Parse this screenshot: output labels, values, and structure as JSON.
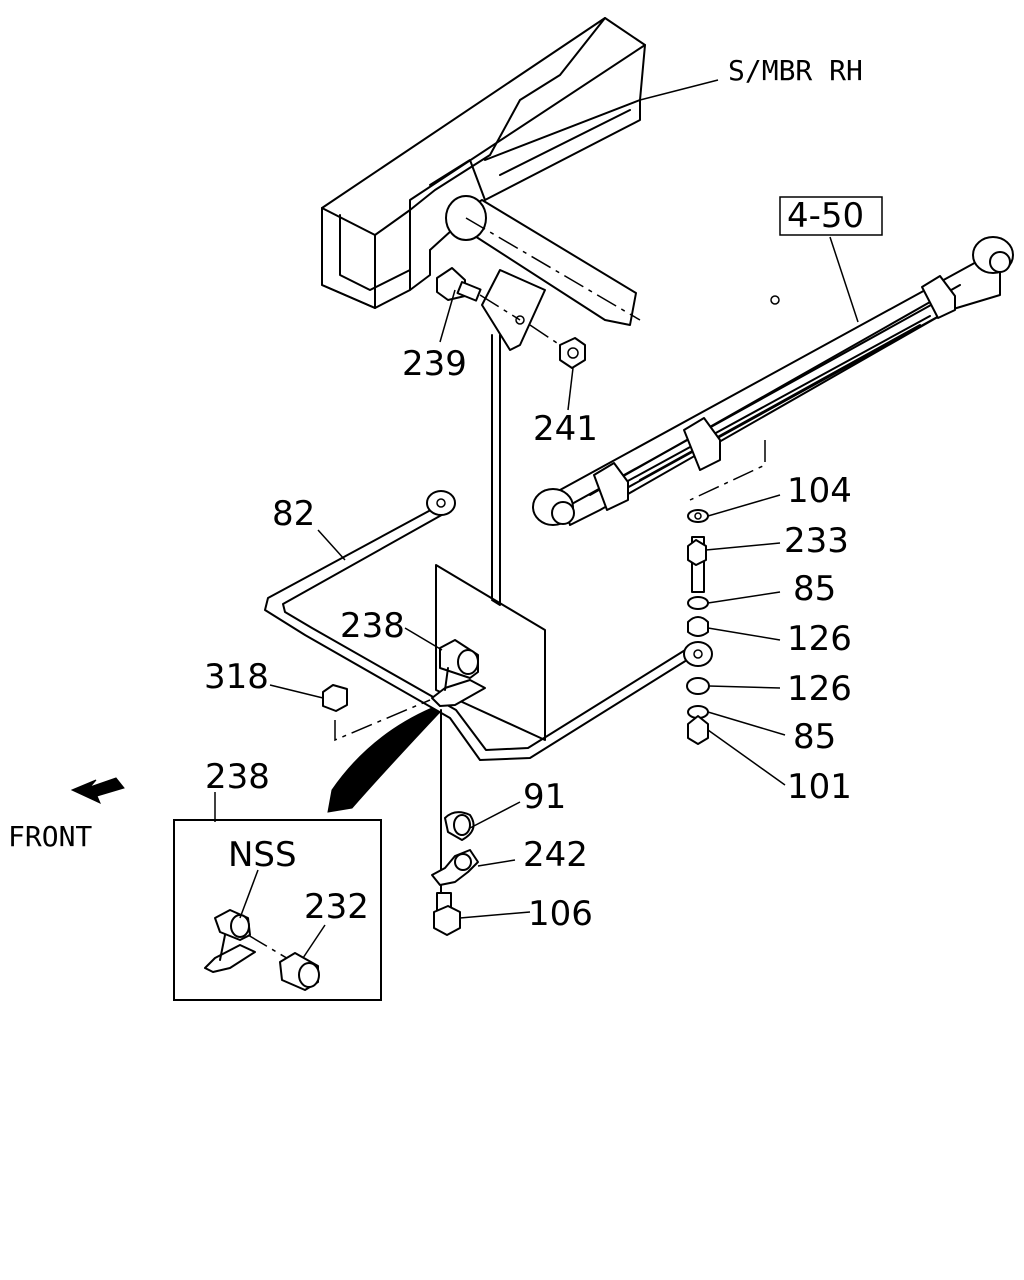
{
  "diagram": {
    "frame_label": "S/MBR RH",
    "spring_ref": "4-50",
    "front_label": "FRONT",
    "detail_box": {
      "ref": "238",
      "nss": "NSS",
      "sub_part": "232"
    },
    "callouts": {
      "c239": "239",
      "c241": "241",
      "c82": "82",
      "c238": "238",
      "c318": "318",
      "c104": "104",
      "c233": "233",
      "c85a": "85",
      "c126a": "126",
      "c126b": "126",
      "c85b": "85",
      "c101": "101",
      "c91": "91",
      "c242": "242",
      "c106": "106"
    }
  }
}
